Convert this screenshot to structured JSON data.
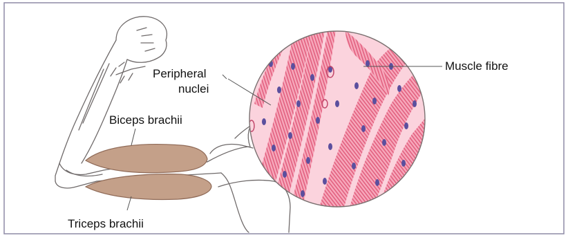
{
  "labels": {
    "peripheral_line1": "Peripheral",
    "peripheral_line2": "nuclei",
    "muscle_fibre": "Muscle fibre",
    "biceps": "Biceps brachii",
    "triceps": "Triceps brachii"
  },
  "colors": {
    "frame": "#8e8aa6",
    "outline": "#6f6a6a",
    "muscle_fill": "#c4a089",
    "muscle_edge": "#8f6a57",
    "fibre_pink": "#ef7f9c",
    "fibre_light": "#fbd3dd",
    "nucleus": "#5b4f9e"
  }
}
